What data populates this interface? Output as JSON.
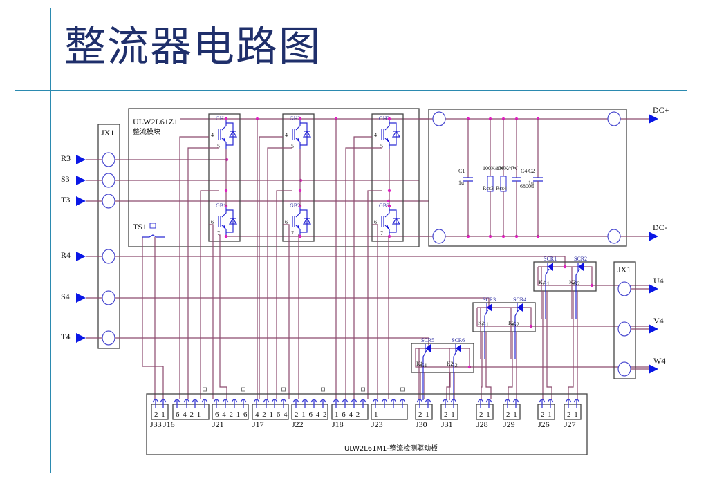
{
  "title": "整流器电路图",
  "colors": {
    "accent_line": "#2b8ab0",
    "title_text": "#1f2f6b",
    "wire": "#8c4a6e",
    "junction": "#e020c0",
    "port_arrow": "#0a17e6",
    "symbol": "#2b2bd4"
  },
  "input_terminal": {
    "label": "JX1",
    "ports": [
      "R3",
      "S3",
      "T3",
      "R4",
      "S4",
      "T4"
    ]
  },
  "rectifier_module": {
    "model": "ULW2L61Z1",
    "name": "整流模块",
    "igbts": [
      {
        "upper": "GH1",
        "lower": "GB1"
      },
      {
        "upper": "GH2",
        "lower": "GB2"
      },
      {
        "upper": "GH3",
        "lower": "GB3"
      }
    ],
    "pins": {
      "upper_gate": "4",
      "upper_emitter": "5",
      "lower_gate": "6",
      "lower_emitter": "7"
    }
  },
  "thermal_switch": {
    "label": "TS1"
  },
  "dc_bus": {
    "components": [
      {
        "ref": "C1",
        "value": "1u",
        "type": "capacitor"
      },
      {
        "ref": "Rcs3",
        "value": "100K/4W",
        "type": "resistor"
      },
      {
        "ref": "Rcs4",
        "value": "100K/4W",
        "type": "resistor"
      },
      {
        "ref": "C4",
        "value": "6800u",
        "type": "electrolytic-capacitor"
      },
      {
        "ref": "C2",
        "value": "1u",
        "type": "capacitor"
      }
    ],
    "outputs": [
      "DC+",
      "DC-"
    ]
  },
  "scr_modules": [
    {
      "a": "SCR1",
      "b": "SCR2"
    },
    {
      "a": "SCR3",
      "b": "SCR4"
    },
    {
      "a": "SCR5",
      "b": "SCR6"
    }
  ],
  "scr_pin_labels": {
    "k1": "K1",
    "g1": "G1",
    "k2": "K2",
    "g2": "G2"
  },
  "output_terminal": {
    "label": "JX1",
    "ports": [
      "U4",
      "V4",
      "W4"
    ]
  },
  "driver_board": {
    "label": "ULW2L61M1-整流检测驱动板",
    "connectors": [
      {
        "name": "J33",
        "pins": "2 1"
      },
      {
        "name": "J16",
        "pins": "6 4 2 1"
      },
      {
        "name": "J21",
        "pins": "6 4 2 1 6"
      },
      {
        "name": "J17",
        "pins": "4 2 1 6 4"
      },
      {
        "name": "J22",
        "pins": "2 1 6 4 2"
      },
      {
        "name": "J18",
        "pins": "1 6 4 2"
      },
      {
        "name": "J23",
        "pins": "1"
      },
      {
        "name": "J30",
        "pins": "2 1"
      },
      {
        "name": "J31",
        "pins": "2 1"
      },
      {
        "name": "J28",
        "pins": "2 1"
      },
      {
        "name": "J29",
        "pins": "2 1"
      },
      {
        "name": "J26",
        "pins": "2 1"
      },
      {
        "name": "J27",
        "pins": "2 1"
      }
    ]
  }
}
